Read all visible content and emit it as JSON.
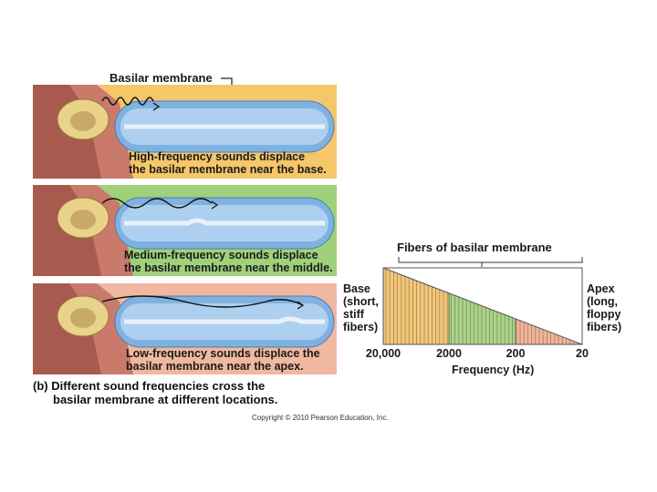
{
  "labels": {
    "basilar_membrane": "Basilar membrane"
  },
  "panels": [
    {
      "line1": "High-frequency sounds displace",
      "line2": "the basilar membrane near the base.",
      "bg": "#f5c66a"
    },
    {
      "line1": "Medium-frequency sounds displace",
      "line2": "the basilar membrane near the middle.",
      "bg": "#9fd17a"
    },
    {
      "line1": "Low-frequency sounds displace the",
      "line2": "basilar membrane near the apex.",
      "bg": "#f0b8a0"
    }
  ],
  "caption": {
    "line1": "(b) Different sound frequencies cross the",
    "line2": "basilar membrane at different locations."
  },
  "copyright": "Copyright © 2010 Pearson Education, Inc.",
  "fiber_chart": {
    "title": "Fibers of basilar membrane",
    "base": {
      "title": "Base",
      "desc1": "(short,",
      "desc2": "stiff",
      "desc3": "fibers)"
    },
    "apex": {
      "title": "Apex",
      "desc1": "(long,",
      "desc2": "floppy",
      "desc3": "fibers)"
    },
    "ticks": [
      "20,000",
      "2000",
      "200",
      "20"
    ],
    "xlabel": "Frequency (Hz)",
    "colors": {
      "high": "#f4c77a",
      "mid": "#a9d58a",
      "low": "#f2b49a",
      "fiber": "#6b5a3a"
    }
  }
}
